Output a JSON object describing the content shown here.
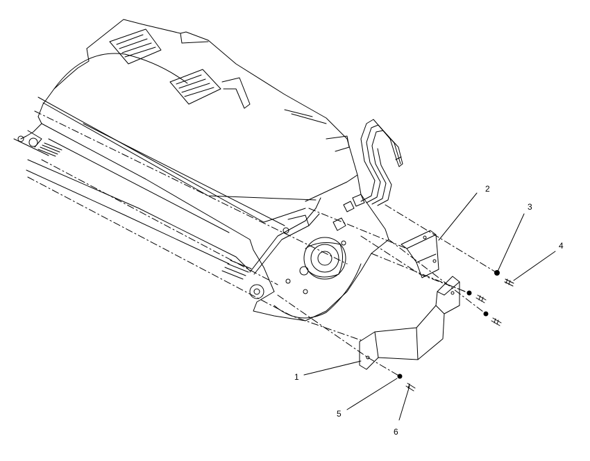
{
  "diagram": {
    "type": "exploded-parts-view",
    "callouts": [
      {
        "id": "c1",
        "label": "1"
      },
      {
        "id": "c2",
        "label": "2"
      },
      {
        "id": "c3",
        "label": "3"
      },
      {
        "id": "c4",
        "label": "4"
      },
      {
        "id": "c5",
        "label": "5"
      },
      {
        "id": "c6",
        "label": "6"
      }
    ]
  },
  "colors": {
    "line": "#000000",
    "background": "#ffffff"
  }
}
